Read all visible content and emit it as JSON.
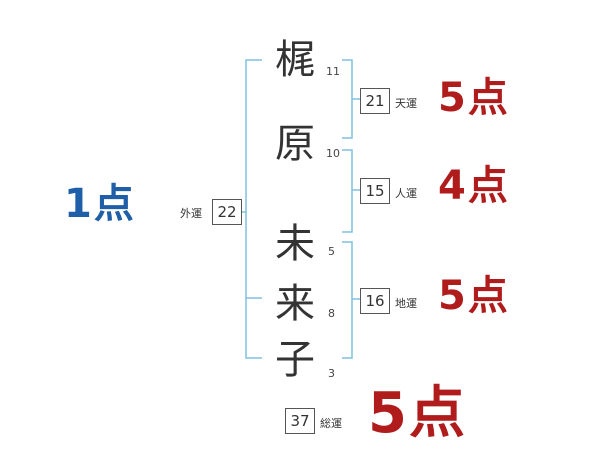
{
  "name": {
    "chars": [
      {
        "char": "梶",
        "strokes": "11"
      },
      {
        "char": "原",
        "strokes": "10"
      },
      {
        "char": "未",
        "strokes": "5"
      },
      {
        "char": "来",
        "strokes": "8"
      },
      {
        "char": "子",
        "strokes": "3"
      }
    ]
  },
  "fortunes": {
    "tenun": {
      "value": "21",
      "label": "天運",
      "score": "5点"
    },
    "jinun": {
      "value": "15",
      "label": "人運",
      "score": "4点"
    },
    "chiun": {
      "value": "16",
      "label": "地運",
      "score": "5点"
    },
    "gaiun": {
      "value": "22",
      "label": "外運",
      "score": "1点"
    },
    "souun": {
      "value": "37",
      "label": "総運",
      "score": "5点"
    }
  },
  "colors": {
    "bracket": "#7fc0e0",
    "score_red": "#b01b1b",
    "score_blue": "#1f5fa8"
  }
}
